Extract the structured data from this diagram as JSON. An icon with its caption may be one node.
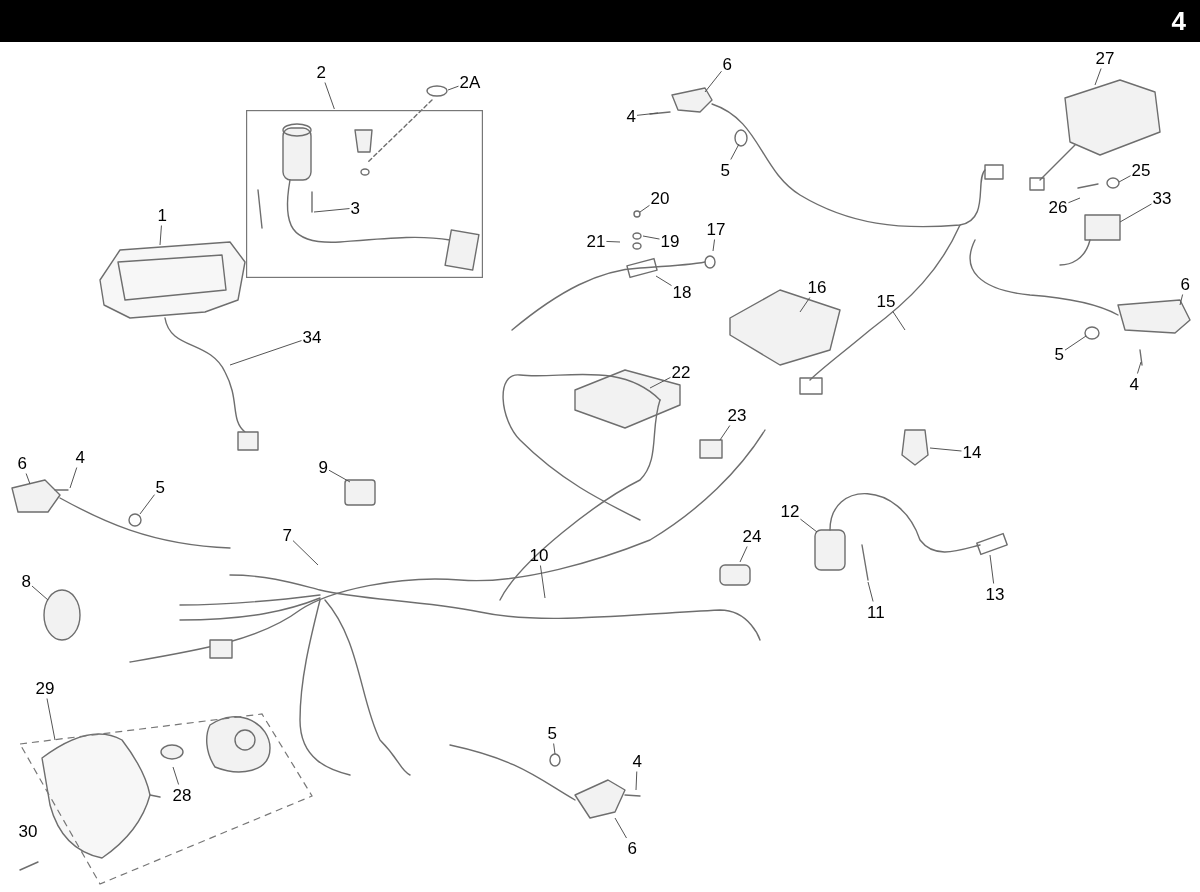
{
  "diagram": {
    "nodes": [
      {
        "text": [
          "2"
        ]
      },
      {
        "text": [],
        "shape": "box"
      },
      {
        "text": [
          "2A"
        ]
      },
      {
        "text": [
          "3"
        ],
        "in": 1
      },
      {
        "text": [
          "1"
        ]
      },
      {
        "text": [
          "34"
        ]
      },
      {
        "text": [
          "6"
        ]
      },
      {
        "text": [
          "4"
        ]
      },
      {
        "text": [
          "5"
        ]
      },
      {
        "text": [
          "27"
        ]
      },
      {
        "text": [
          "20"
        ]
      },
      {
        "text": [
          "21"
        ]
      },
      {
        "text": [
          "19"
        ]
      },
      {
        "text": [
          "17"
        ]
      },
      {
        "text": [
          "18"
        ]
      },
      {
        "text": [
          "25"
        ]
      },
      {
        "text": [
          "26"
        ]
      },
      {
        "text": [
          "33"
        ]
      },
      {
        "text": [
          "16"
        ]
      },
      {
        "text": [
          "15"
        ]
      },
      {
        "text": [
          "6"
        ]
      },
      {
        "text": [
          "5"
        ]
      },
      {
        "text": [
          "4"
        ]
      },
      {
        "text": [
          "22"
        ]
      },
      {
        "text": [
          "23"
        ]
      },
      {
        "text": [
          "14"
        ]
      },
      {
        "text": [
          "9"
        ]
      },
      {
        "text": [
          "6"
        ]
      },
      {
        "text": [
          "4"
        ]
      },
      {
        "text": [
          "5"
        ]
      },
      {
        "text": [
          "7"
        ]
      },
      {
        "text": [
          "8"
        ]
      },
      {
        "text": [
          "10"
        ]
      },
      {
        "text": [
          "24"
        ]
      },
      {
        "text": [
          "12"
        ]
      },
      {
        "text": [
          "13"
        ]
      },
      {
        "text": [
          "11"
        ]
      },
      {
        "text": [
          "29"
        ]
      },
      {
        "text": [],
        "shape": "box"
      },
      {
        "text": [
          "28"
        ],
        "in": 38
      },
      {
        "text": [
          "5"
        ]
      },
      {
        "text": [
          "4"
        ]
      },
      {
        "text": [
          "6"
        ]
      },
      {
        "text": [
          "30"
        ]
      }
    ],
    "edges": [
      {
        "from": 0,
        "to": 1,
        "arrow": "none"
      },
      {
        "from": 2,
        "to": null,
        "arrow": "none"
      },
      {
        "from": 3,
        "to": null,
        "arrow": "none"
      },
      {
        "from": 4,
        "to": null,
        "arrow": "none"
      },
      {
        "from": 5,
        "to": null,
        "arrow": "none"
      },
      {
        "from": 6,
        "to": null,
        "arrow": "none"
      },
      {
        "from": 7,
        "to": null,
        "arrow": "none"
      },
      {
        "from": 8,
        "to": null,
        "arrow": "none"
      },
      {
        "from": 9,
        "to": null,
        "arrow": "none"
      },
      {
        "from": 10,
        "to": null,
        "arrow": "none"
      },
      {
        "from": 11,
        "to": null,
        "arrow": "none"
      },
      {
        "from": 12,
        "to": null,
        "arrow": "none"
      },
      {
        "from": 13,
        "to": null,
        "arrow": "none"
      },
      {
        "from": 14,
        "to": null,
        "arrow": "none"
      },
      {
        "from": 15,
        "to": null,
        "arrow": "none"
      },
      {
        "from": 16,
        "to": null,
        "arrow": "none"
      },
      {
        "from": 17,
        "to": null,
        "arrow": "none"
      },
      {
        "from": 18,
        "to": null,
        "arrow": "none"
      },
      {
        "from": 19,
        "to": null,
        "arrow": "none"
      },
      {
        "from": 20,
        "to": null,
        "arrow": "none"
      },
      {
        "from": 21,
        "to": null,
        "arrow": "none"
      },
      {
        "from": 22,
        "to": null,
        "arrow": "none"
      },
      {
        "from": 23,
        "to": null,
        "arrow": "none"
      },
      {
        "from": 24,
        "to": null,
        "arrow": "none"
      },
      {
        "from": 25,
        "to": null,
        "arrow": "none"
      },
      {
        "from": 26,
        "to": null,
        "arrow": "none"
      },
      {
        "from": 27,
        "to": null,
        "arrow": "none"
      },
      {
        "from": 28,
        "to": null,
        "arrow": "none"
      },
      {
        "from": 29,
        "to": null,
        "arrow": "none"
      },
      {
        "from": 30,
        "to": null,
        "arrow": "none"
      },
      {
        "from": 31,
        "to": null,
        "arrow": "none"
      },
      {
        "from": 32,
        "to": null,
        "arrow": "none"
      },
      {
        "from": 33,
        "to": null,
        "arrow": "none"
      },
      {
        "from": 34,
        "to": null,
        "arrow": "none"
      },
      {
        "from": 35,
        "to": null,
        "arrow": "none"
      },
      {
        "from": 36,
        "to": null,
        "arrow": "none"
      },
      {
        "from": 37,
        "to": 38,
        "arrow": "none"
      },
      {
        "from": 39,
        "to": null,
        "arrow": "none"
      },
      {
        "from": 40,
        "to": null,
        "arrow": "none"
      },
      {
        "from": 41,
        "to": null,
        "arrow": "none"
      },
      {
        "from": 42,
        "to": null,
        "arrow": "none"
      }
    ],
    "labels": [
      "4"
    ]
  }
}
